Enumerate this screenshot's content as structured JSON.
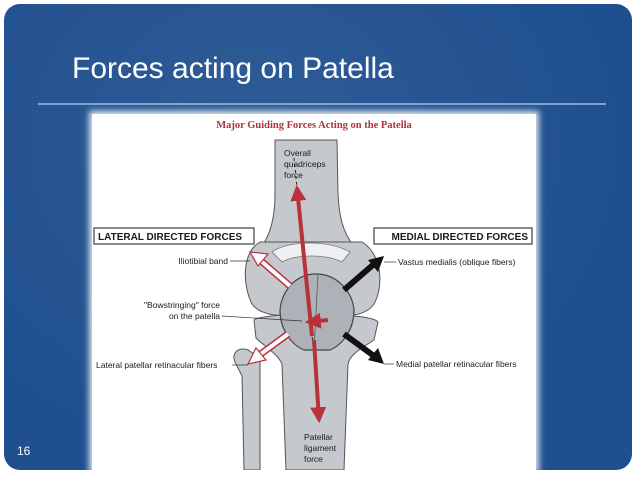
{
  "slide": {
    "title": "Forces acting on Patella",
    "number": "16"
  },
  "figure": {
    "title": "Major Guiding Forces Acting on the Patella",
    "lateral_header": "LATERAL DIRECTED FORCES",
    "medial_header": "MEDIAL DIRECTED FORCES",
    "quad_line1": "Overall",
    "quad_line2": "quadriceps",
    "quad_line3": "force",
    "iliotibial": "Iliotibial band",
    "bowstring_line1": "\"Bowstringing\" force",
    "bowstring_line2": "on the patella",
    "lateral_retinacular": "Lateral patellar retinacular fibers",
    "vastus": "Vastus medialis (oblique fibers)",
    "medial_retinacular": "Medial patellar retinacular fibers",
    "patellar_line1": "Patellar",
    "patellar_line2": "ligament",
    "patellar_line3": "force"
  },
  "colors": {
    "slide_background": "#1f4f8e",
    "bone": "#c5c8cd",
    "force_arrow": "#b8323c",
    "figure_title": "#b0323a"
  }
}
